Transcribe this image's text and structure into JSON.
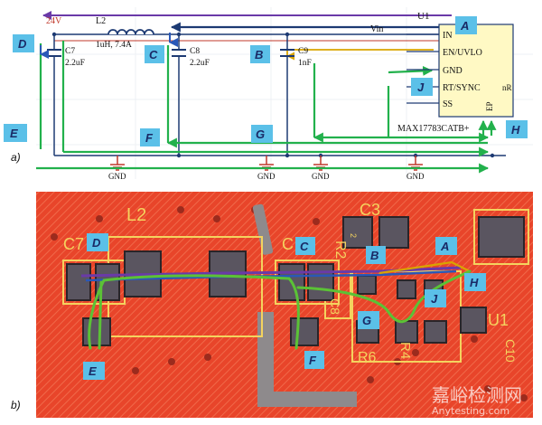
{
  "panel_labels": {
    "a": "a)",
    "b": "b)"
  },
  "schematic": {
    "chip_name": "U1",
    "chip_part": "MAX17783CATB+",
    "pins": [
      "IN",
      "EN/UVLO",
      "GND",
      "RT/SYNC",
      "SS"
    ],
    "pin_nr": "nR",
    "pin_ep": "EP",
    "net_vin": "Vin",
    "supply": "24V",
    "inductor": {
      "ref": "L2",
      "value": "1uH, 7.4A"
    },
    "caps": [
      {
        "ref": "C7",
        "value": "2.2uF"
      },
      {
        "ref": "C8",
        "value": "2.2uF"
      },
      {
        "ref": "C9",
        "value": "1nF"
      }
    ],
    "ground_label": "GND"
  },
  "callouts_a": [
    "A",
    "B",
    "C",
    "D",
    "E",
    "F",
    "G",
    "H",
    "J"
  ],
  "pcb": {
    "silk": [
      "C7",
      "L2",
      "C",
      "R2",
      "C3",
      "C8",
      "R4",
      "R6",
      "U1",
      "C10",
      "2"
    ],
    "callouts_b": [
      "A",
      "B",
      "C",
      "D",
      "E",
      "F",
      "G",
      "H",
      "J"
    ]
  },
  "watermark": {
    "text": "嘉峪检测网",
    "url": "Anytesting.com"
  },
  "colors": {
    "line": "#1d3a73",
    "green": "#22b14c",
    "pcb_red": "#e8452a",
    "pcb_pad": "#5a5560",
    "callout_fill": "#5bc0e8",
    "purple": "#6a3aa8",
    "chip": "#fff9c4"
  }
}
